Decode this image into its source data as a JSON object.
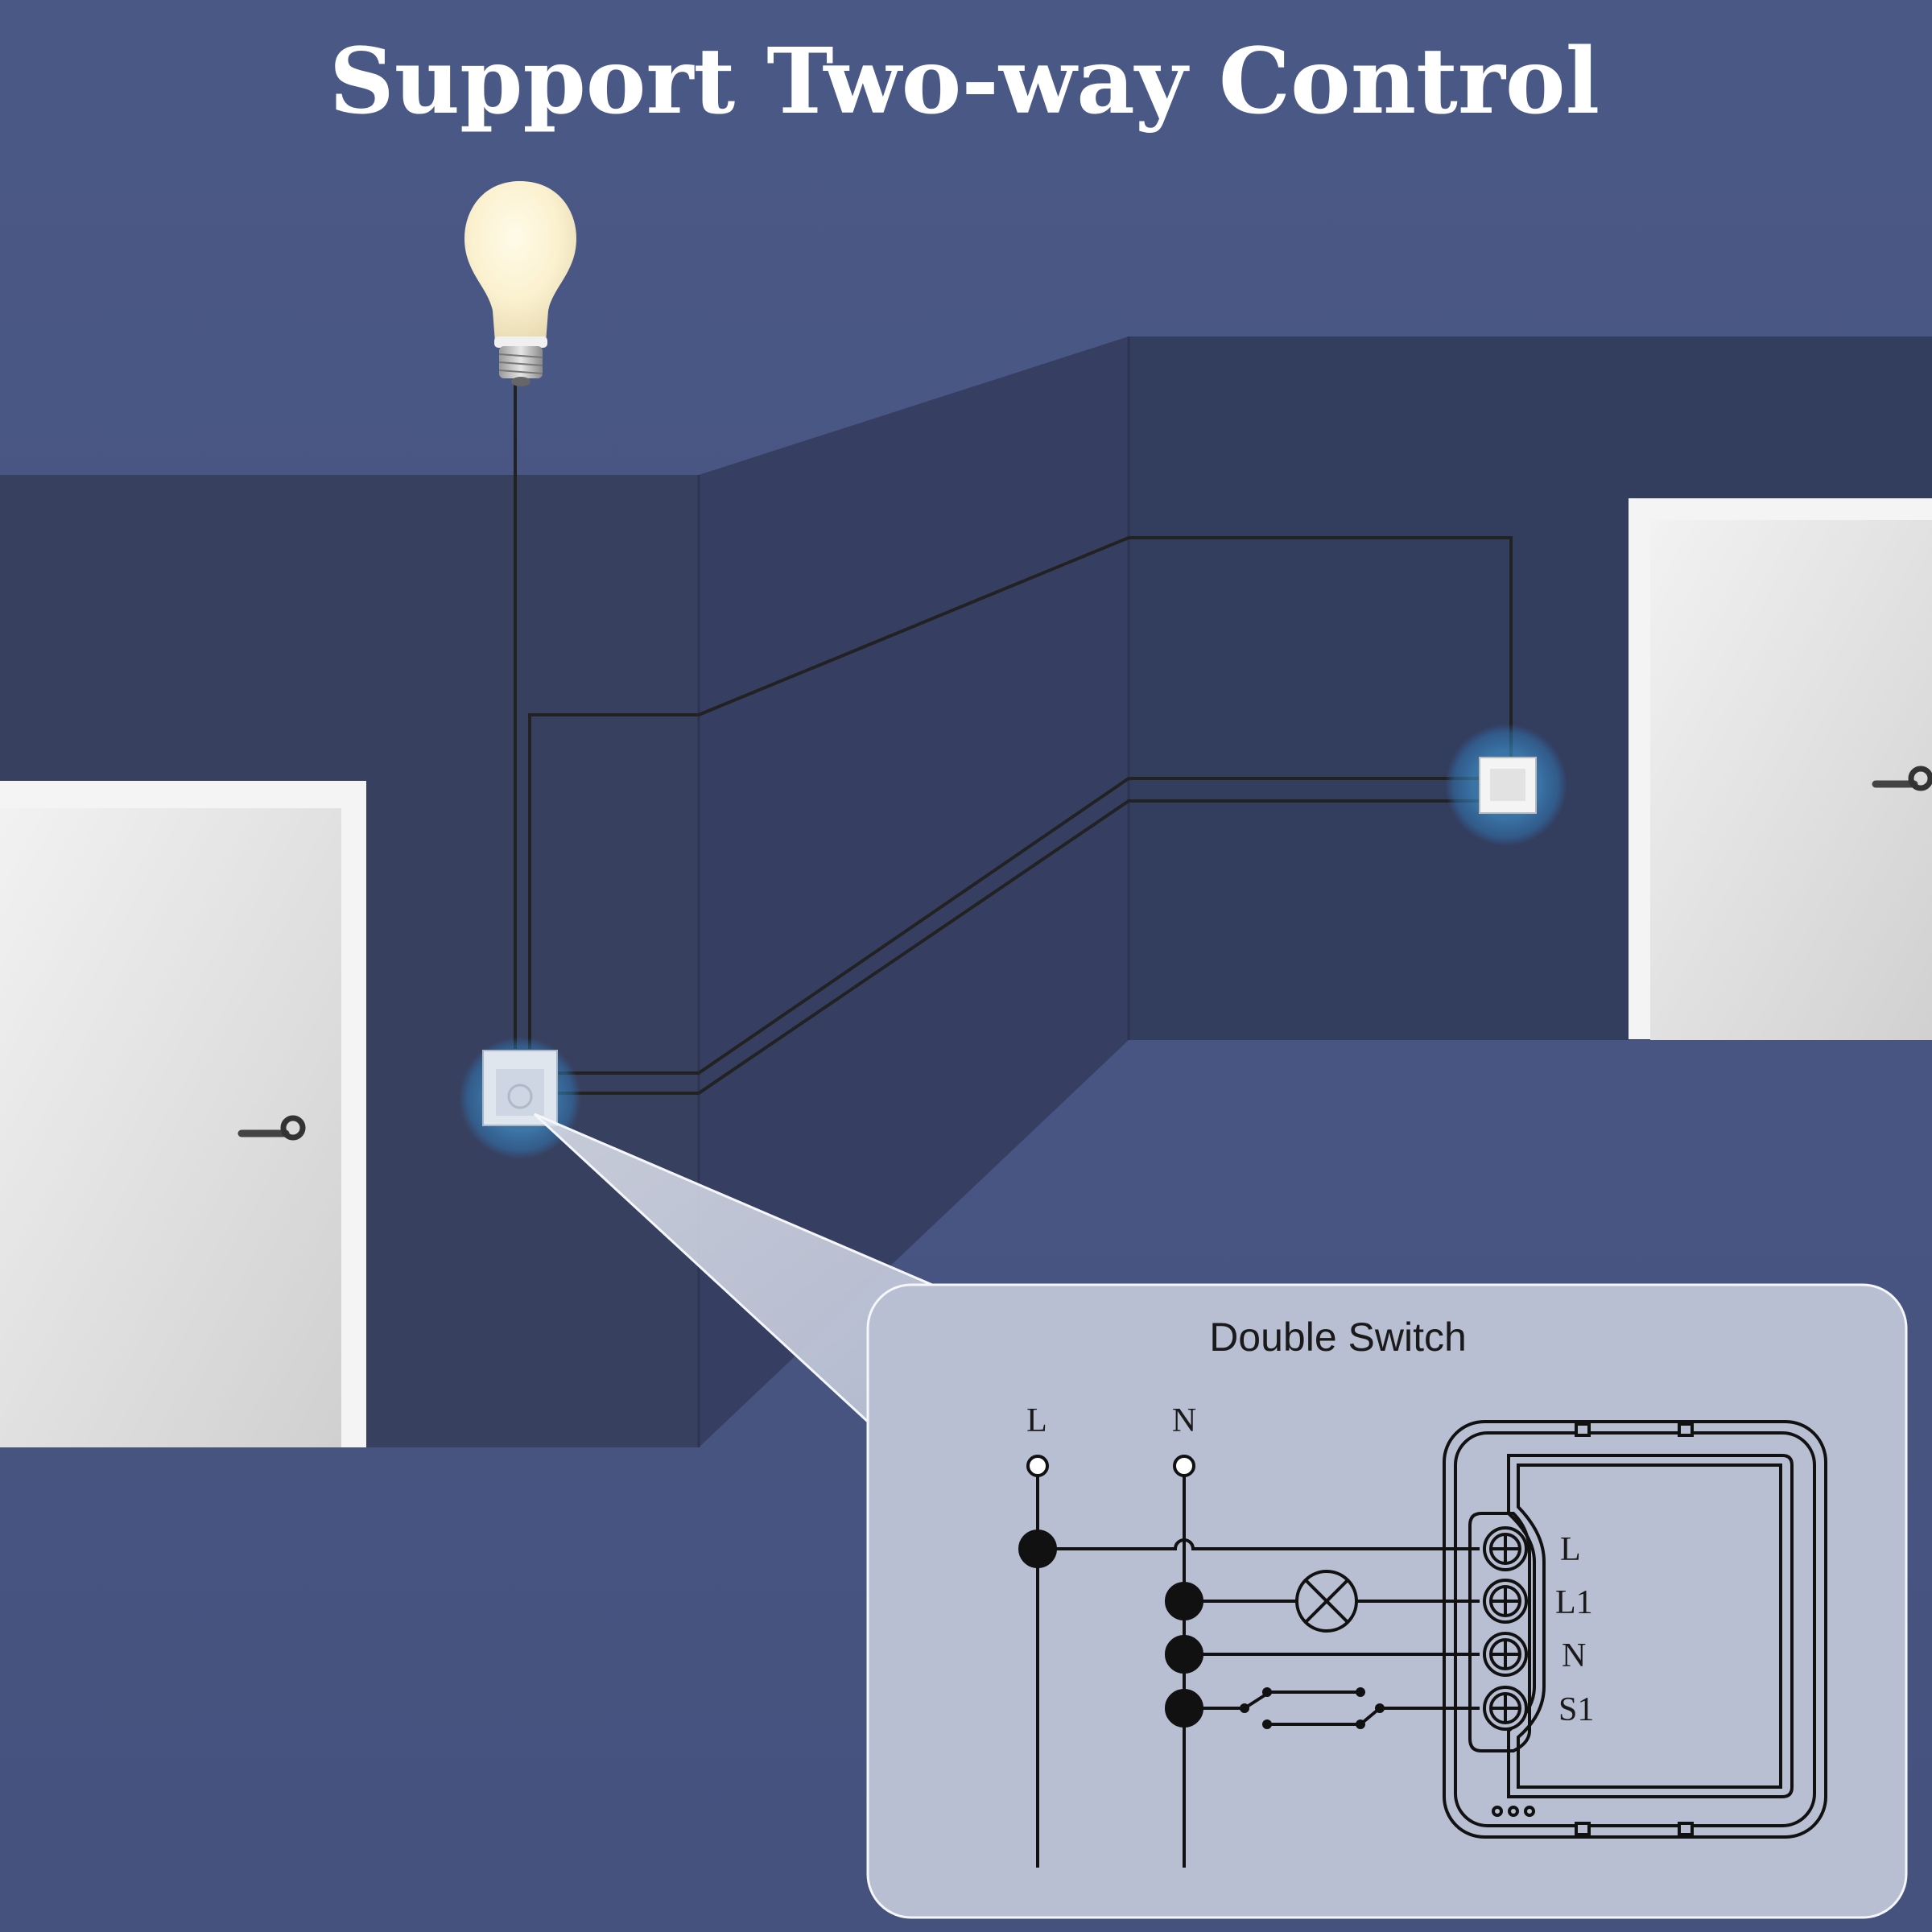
{
  "title": "Support Two-way Control",
  "panel": {
    "title": "Double Switch",
    "supply_labels": {
      "live": "L",
      "neutral": "N"
    },
    "module_terminals": [
      "L",
      "L1",
      "N",
      "S1"
    ]
  },
  "colors": {
    "background": "#485683",
    "wall": "#37405f",
    "panel": "#b9bfd2",
    "glow": "#2f89c9",
    "wire": "#222222"
  },
  "icons": {
    "bulb": "light-bulb-icon",
    "switch": "wall-switch-icon",
    "door": "door-icon",
    "lamp_symbol": "lamp-symbol-icon"
  }
}
